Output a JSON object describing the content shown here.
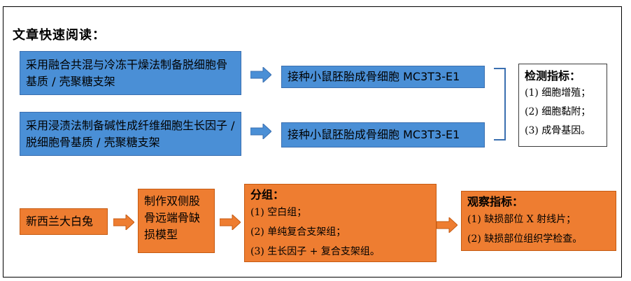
{
  "title": "文章快速阅读：",
  "row1": {
    "left": "采用融合共混与冷冻干燥法制备脱细胞骨基质 / 壳聚糖支架",
    "right": "接种小鼠胚胎成骨细胞 MC3T3-E1"
  },
  "row2": {
    "left": "采用浸渍法制备碱性成纤维细胞生长因子 / 脱细胞骨基质 / 壳聚糖支架",
    "right": "接种小鼠胚胎成骨细胞 MC3T3-E1"
  },
  "indicators": {
    "title": "检测指标：",
    "items": [
      "(1) 细胞增殖；",
      "(2) 细胞黏附；",
      "(3) 成骨基因。"
    ]
  },
  "bottom": {
    "rabbit": "新西兰大白兔",
    "model": "制作双侧股骨远端骨缺损模型",
    "groups": {
      "title": "分组：",
      "items": [
        "(1) 空白组；",
        "(2) 单纯复合支架组；",
        "(3) 生长因子 + 复合支架组。"
      ]
    },
    "observe": {
      "title": "观察指标：",
      "items": [
        "(1) 缺损部位 X 射线片；",
        "(2) 缺损部位组织学检查。"
      ]
    }
  },
  "colors": {
    "blue_box": "#4a8fd6",
    "orange_box": "#ee7d31",
    "arrow_blue": "#4a8fd6",
    "arrow_orange": "#ee7d31"
  }
}
